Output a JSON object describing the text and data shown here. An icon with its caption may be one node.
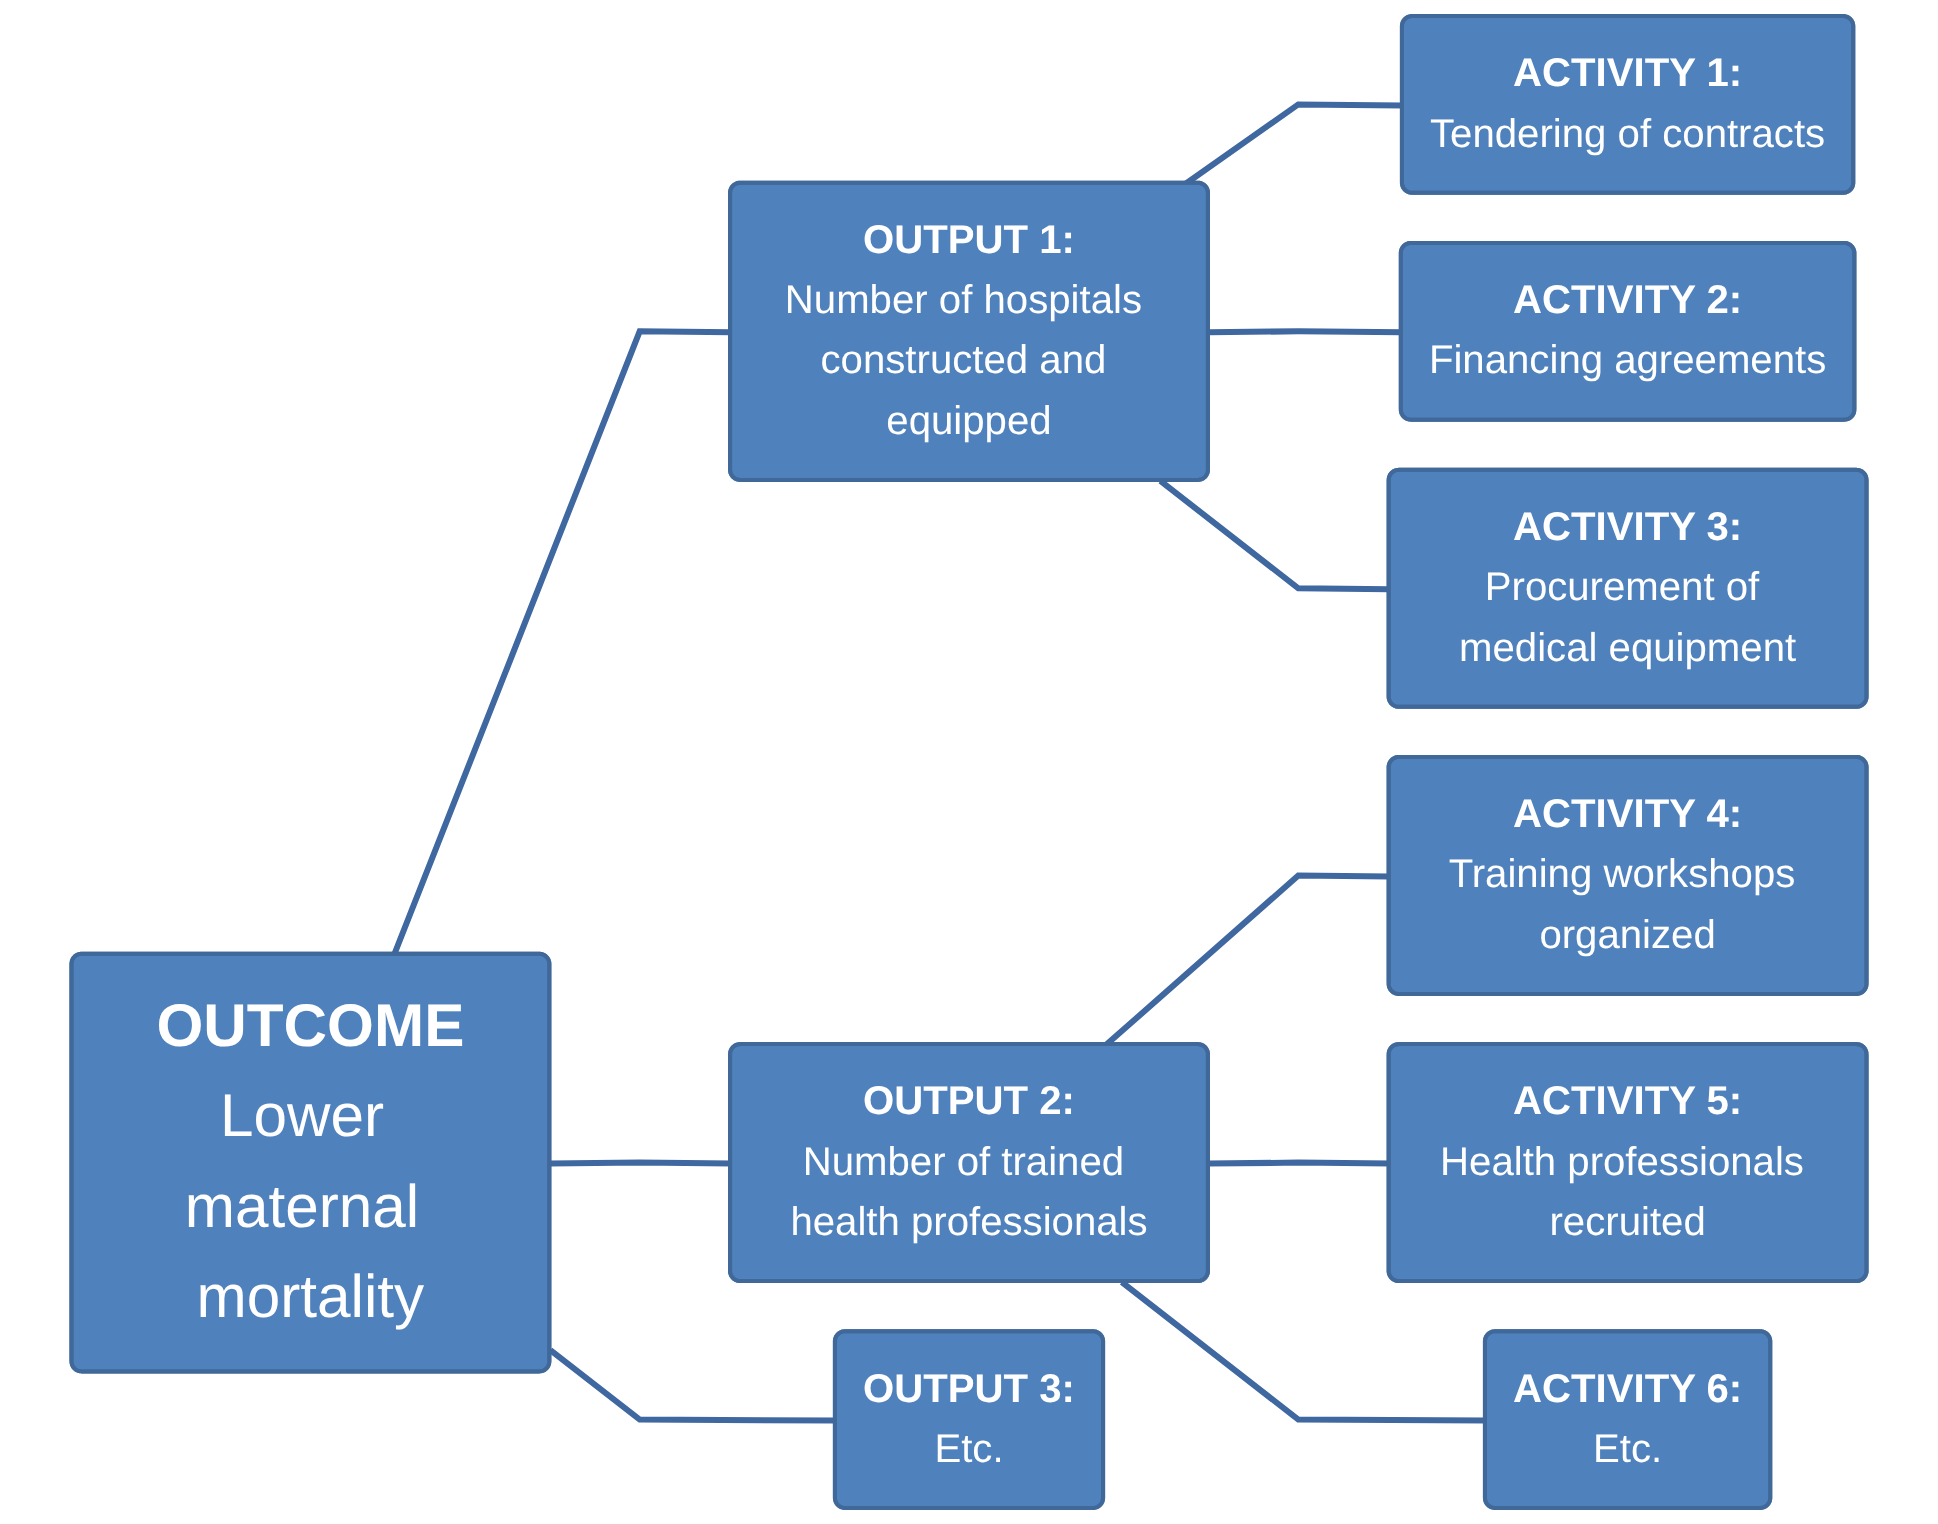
{
  "diagram": {
    "nodes": [
      {
        "text": [
          "OUTCOME",
          "Lower maternal mortality"
        ]
      },
      {
        "text": [
          "OUTPUT 1:",
          "Number of hospitals constructed and equipped"
        ]
      },
      {
        "text": [
          "OUTPUT 2:",
          "Number of trained health professionals"
        ]
      },
      {
        "text": [
          "OUTPUT 3:",
          "Etc."
        ]
      },
      {
        "text": [
          "ACTIVITY 1:",
          "Tendering of contracts"
        ]
      },
      {
        "text": [
          "ACTIVITY 2:",
          "Financing agreements"
        ]
      },
      {
        "text": [
          "ACTIVITY 3:",
          "Procurement of medical equipment"
        ]
      },
      {
        "text": [
          "ACTIVITY 4:",
          "Training workshops organized"
        ]
      },
      {
        "text": [
          "ACTIVITY 5:",
          "Health professionals recruited"
        ]
      },
      {
        "text": [
          "ACTIVITY 6:",
          "Etc."
        ]
      }
    ],
    "edges": [
      {
        "from": 0,
        "to": 1,
        "arrow": "none"
      },
      {
        "from": 0,
        "to": 2,
        "arrow": "none"
      },
      {
        "from": 0,
        "to": 3,
        "arrow": "none"
      },
      {
        "from": 1,
        "to": 4,
        "arrow": "none"
      },
      {
        "from": 1,
        "to": 5,
        "arrow": "none"
      },
      {
        "from": 1,
        "to": 6,
        "arrow": "none"
      },
      {
        "from": 2,
        "to": 7,
        "arrow": "none"
      },
      {
        "from": 2,
        "to": 8,
        "arrow": "none"
      },
      {
        "from": 2,
        "to": 9,
        "arrow": "none"
      }
    ]
  }
}
